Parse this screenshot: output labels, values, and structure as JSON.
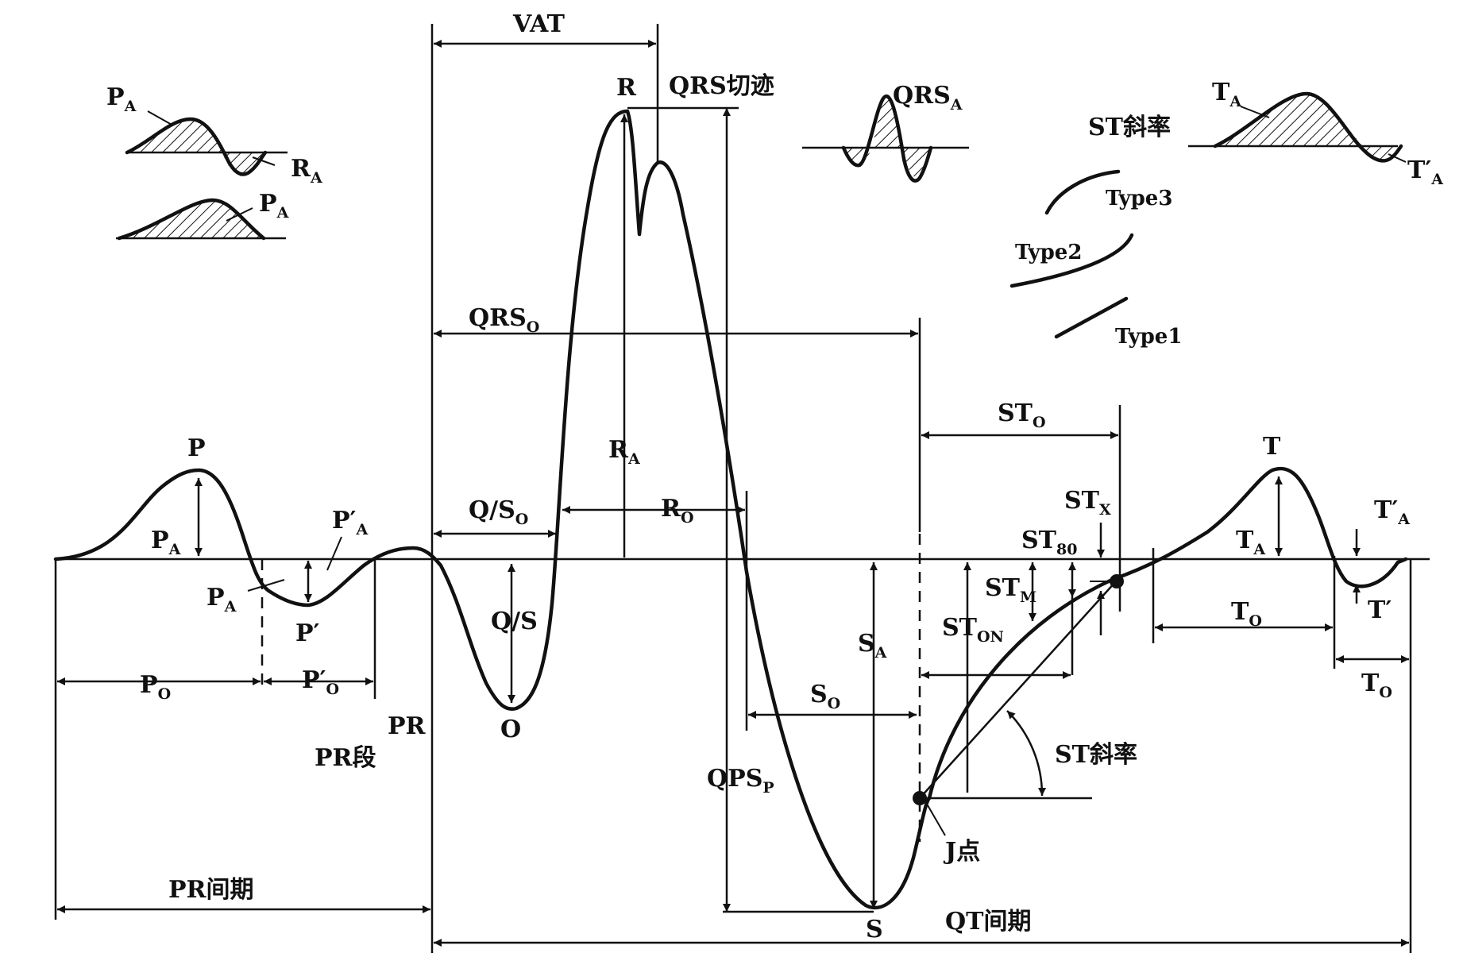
{
  "labels": {
    "vat": "VAT",
    "r": "R",
    "qrs_notch": "QRS切迹",
    "qrs_a_main": "QRS",
    "qrs_a_sub": "A",
    "st_slope_top": "ST斜率",
    "type3": "Type3",
    "type2": "Type2",
    "type1": "Type1",
    "qrs_o_main": "QRS",
    "qrs_o_sub": "O",
    "st_o_main": "ST",
    "st_o_sub": "O",
    "p": "P",
    "t": "T",
    "r_a_main": "R",
    "r_a_sub": "A",
    "q_s_o_main": "Q/S",
    "q_s_o_sub": "O",
    "r_o_main": "R",
    "r_o_sub": "O",
    "st_x_main": "ST",
    "st_x_sub": "X",
    "st_80_main": "ST",
    "st_80_sub": "80",
    "st_m_main": "ST",
    "st_m_sub": "M",
    "st_on_main": "ST",
    "st_on_sub": "ON",
    "p_a_main": "P",
    "p_a_sub": "A",
    "pp_a_main": "P′",
    "pp_a_sub": "A",
    "p_a_small_main": "P",
    "p_a_small_sub": "A",
    "p_prime": "P′",
    "q_s": "Q/S",
    "s_a_main": "S",
    "s_a_sub": "A",
    "t_a_main": "T",
    "t_a_sub": "A",
    "tp_a_main": "T′",
    "tp_a_sub": "A",
    "t_prime": "T′",
    "p_o_main": "P",
    "p_o_sub": "O",
    "pp_o_main": "P′",
    "pp_o_sub": "O",
    "t_o1_main": "T",
    "t_o1_sub": "O",
    "t_o2_main": "T",
    "t_o2_sub": "O",
    "s_o_main": "S",
    "s_o_sub": "O",
    "pr": "PR",
    "o": "O",
    "pr_segment": "PR段",
    "qps_p_main": "QPS",
    "qps_p_sub": "P",
    "st_slope": "ST斜率",
    "j_point": "J点",
    "pr_interval": "PR间期",
    "s": "S",
    "qt_interval": "QT间期",
    "inset_p1_pa_main": "P",
    "inset_p1_pa_sub": "A",
    "inset_p1_ra_main": "R",
    "inset_p1_ra_sub": "A",
    "inset_p2_pa_main": "P",
    "inset_p2_pa_sub": "A",
    "inset_t_ta_main": "T",
    "inset_t_ta_sub": "A",
    "inset_t_tpa_main": "T′",
    "inset_t_tpa_sub": "A"
  }
}
